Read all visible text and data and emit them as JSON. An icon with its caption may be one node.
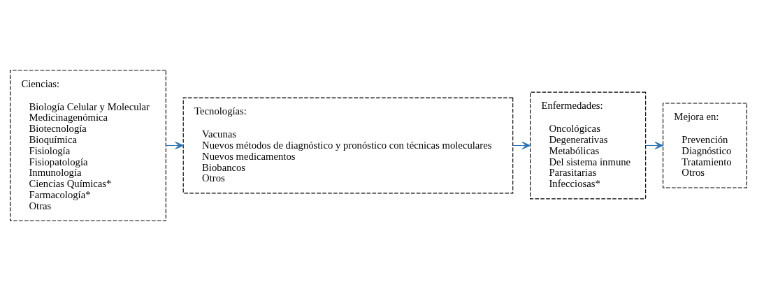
{
  "diagram": {
    "nodes": [
      {
        "text": [
          "Ciencias:",
          "Biología Celular y Molecular",
          "Medicinagenómica",
          "Biotecnología",
          "Bioquímica",
          "Fisiología",
          "Fisiopatología",
          "Inmunología",
          "Ciencias Químicas*",
          "Farmacología*",
          "Otras"
        ]
      },
      {
        "text": [
          "Tecnologías:",
          "Vacunas",
          "Nuevos métodos de diagnóstico y pronóstico con técnicas moleculares",
          "Nuevos medicamentos",
          "Biobancos",
          "Otros"
        ]
      },
      {
        "text": [
          "Enfermedades:",
          "Oncológicas",
          "Degenerativas",
          "Metabólicas",
          "Del sistema inmune",
          "Parasitarias",
          "Infecciosas*"
        ]
      },
      {
        "text": [
          "Mejora en:",
          "Prevención",
          "Diagnóstico",
          "Tratamiento",
          "Otros"
        ]
      }
    ],
    "edges": [
      {
        "from": 0,
        "to": 1,
        "arrow": "to",
        "color": "#2e75b6"
      },
      {
        "from": 1,
        "to": 2,
        "arrow": "to",
        "color": "#2e75b6"
      },
      {
        "from": 2,
        "to": 3,
        "arrow": "to",
        "color": "#2e75b6"
      }
    ]
  }
}
